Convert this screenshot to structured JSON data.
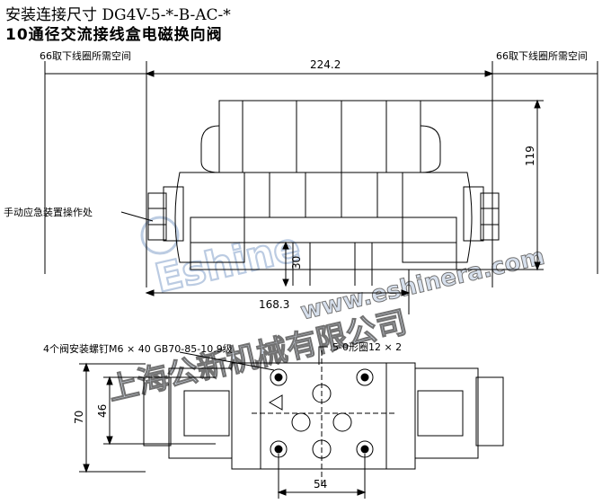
{
  "title": {
    "line1": "安装连接尺寸 DG4V-5-*-B-AC-*",
    "line2": "10通径交流接线盒电磁换向阀"
  },
  "labels": {
    "clearance_left": "66取下线圈所需空间",
    "clearance_right": "66取下线圈所需空间",
    "manual_override": "手动应急装置操作处",
    "bolts": "4个阀安装螺钉M6 × 40 GB70-85-10.9级",
    "oring": "5-0形圈12 × 2"
  },
  "dimensions": {
    "overall_length": "224.2",
    "height": "119",
    "port_height": "30",
    "body_length": "168.3",
    "width_outer": "70",
    "width_inner": "46",
    "bolt_spacing": "54"
  },
  "watermark": {
    "brand": "Eshine",
    "company": "上海公新机械有限公司",
    "url": "www.eshinera.com"
  },
  "colors": {
    "line": "#000000",
    "watermark": "#9fb6d6"
  }
}
